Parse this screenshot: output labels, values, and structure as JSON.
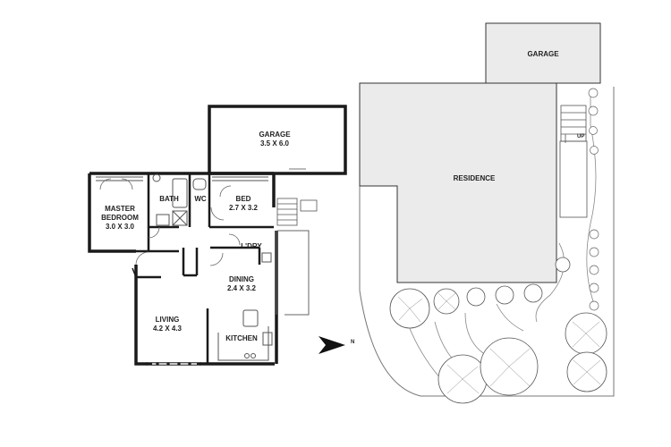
{
  "floor_plan": {
    "rooms": [
      {
        "id": "garage",
        "name": "GARAGE",
        "size": "3.5 X 6.0"
      },
      {
        "id": "master",
        "name": "MASTER",
        "name2": "BEDROOM",
        "size": "3.0 X 3.0"
      },
      {
        "id": "bath",
        "name": "BATH"
      },
      {
        "id": "wc",
        "name": "WC"
      },
      {
        "id": "bed",
        "name": "BED",
        "size": "2.7 X 3.2"
      },
      {
        "id": "ldry",
        "name": "L'DRY"
      },
      {
        "id": "dining",
        "name": "DINING",
        "size": "2.4 X 3.2"
      },
      {
        "id": "living",
        "name": "LIVING",
        "size": "4.2 X 4.3"
      },
      {
        "id": "kitchen",
        "name": "KITCHEN"
      }
    ]
  },
  "north": {
    "label": "N"
  },
  "site_plan": {
    "garage": "GARAGE",
    "residence": "RESIDENCE",
    "stairs_label": "UP"
  },
  "colors": {
    "wall": "#1a1a1a",
    "building_fill": "#ebebeb",
    "line": "#555555"
  }
}
